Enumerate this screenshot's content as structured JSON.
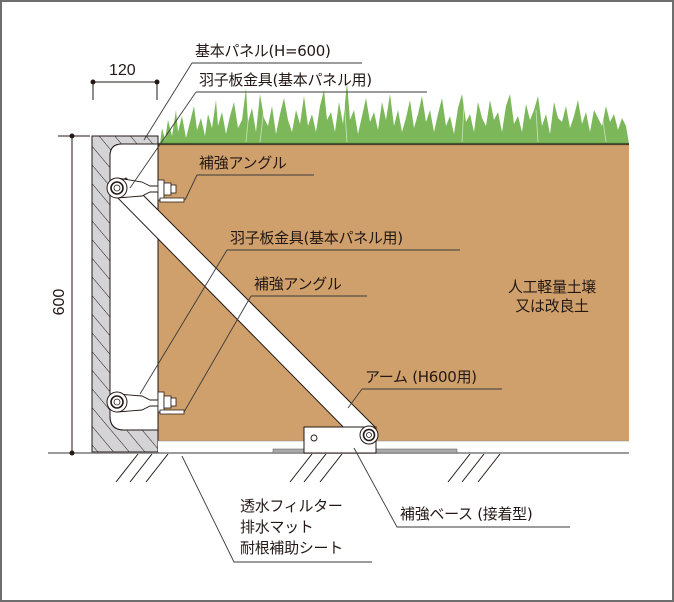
{
  "diagram": {
    "type": "retaining-wall-cross-section",
    "colors": {
      "soil": "#cfa06b",
      "grass": "#7cb85a",
      "panel_hatch": "#d4d4d6",
      "outline": "#231815",
      "frame": "#6e6e6e",
      "leader": "#3a3a3a"
    },
    "dimensions": {
      "width": "120",
      "height": "600"
    },
    "labels": {
      "basic_panel": "基本パネル(H=600)",
      "wing_bracket_top": "羽子板金具(基本パネル用)",
      "reinforce_angle_top": "補強アングル",
      "wing_bracket_mid": "羽子板金具(基本パネル用)",
      "reinforce_angle_bottom": "補強アングル",
      "arm": "アーム (H600用)",
      "soil_line1": "人工軽量土壌",
      "soil_line2": "又は改良土",
      "filter_line1": "透水フィルター",
      "filter_line2": "排水マット",
      "filter_line3": "耐根補助シート",
      "reinforce_base": "補強ベース (接着型)"
    }
  }
}
